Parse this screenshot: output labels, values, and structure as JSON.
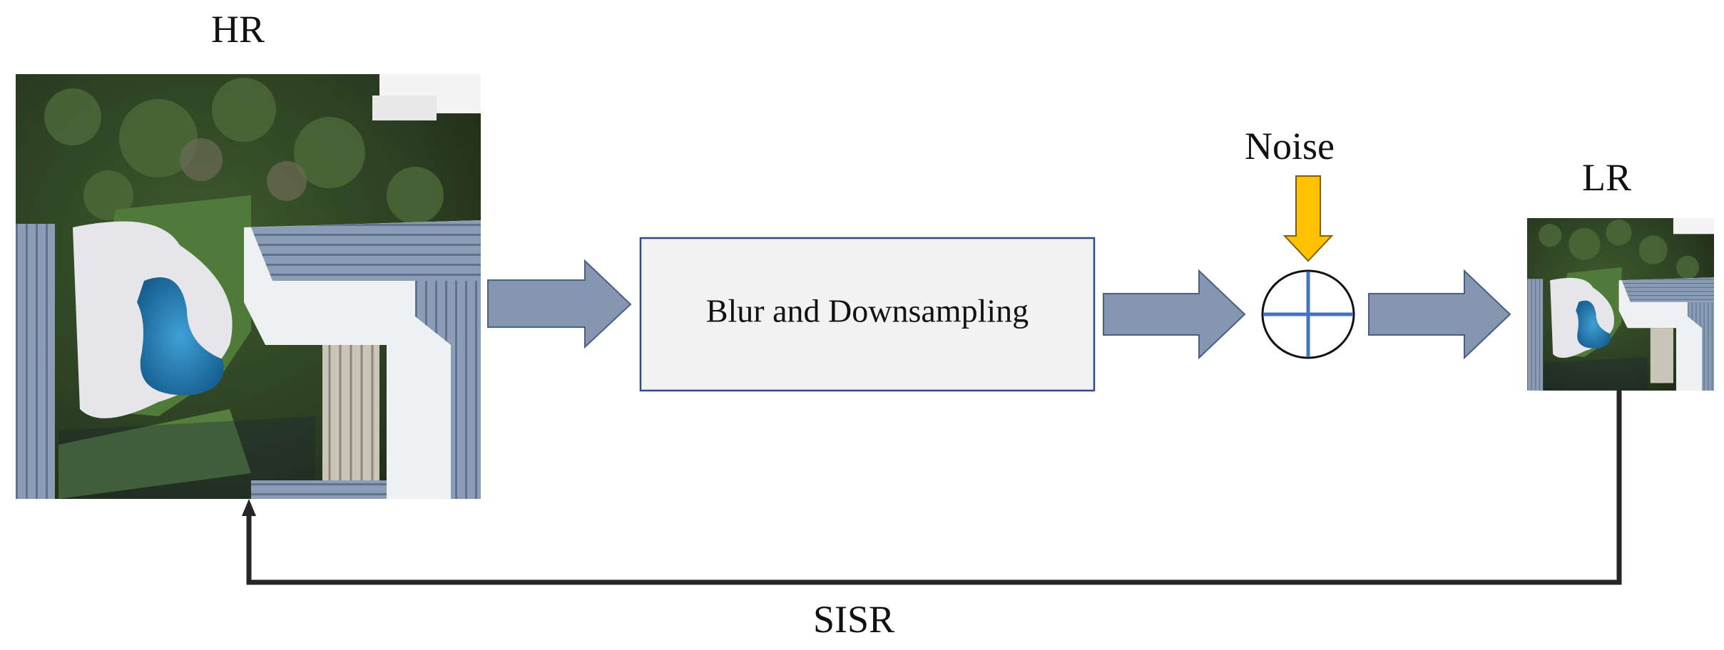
{
  "labels": {
    "hr": "HR",
    "lr": "LR",
    "noise": "Noise",
    "process_block": "Blur and Downsampling",
    "feedback": "SISR"
  },
  "images": {
    "hr_image": "aerial-photo-house-with-pool",
    "lr_image": "aerial-photo-house-with-pool-lowres"
  },
  "colors": {
    "block_arrow_fill": "#8496b0",
    "block_arrow_stroke": "#4a5f86",
    "process_box_fill": "#f2f2f2",
    "process_box_stroke": "#2f4a86",
    "noise_arrow": "#ffc000",
    "sum_cross": "#4472c4",
    "feedback_line": "#262626"
  },
  "icons": {
    "summing_junction": "circle-plus-icon"
  }
}
